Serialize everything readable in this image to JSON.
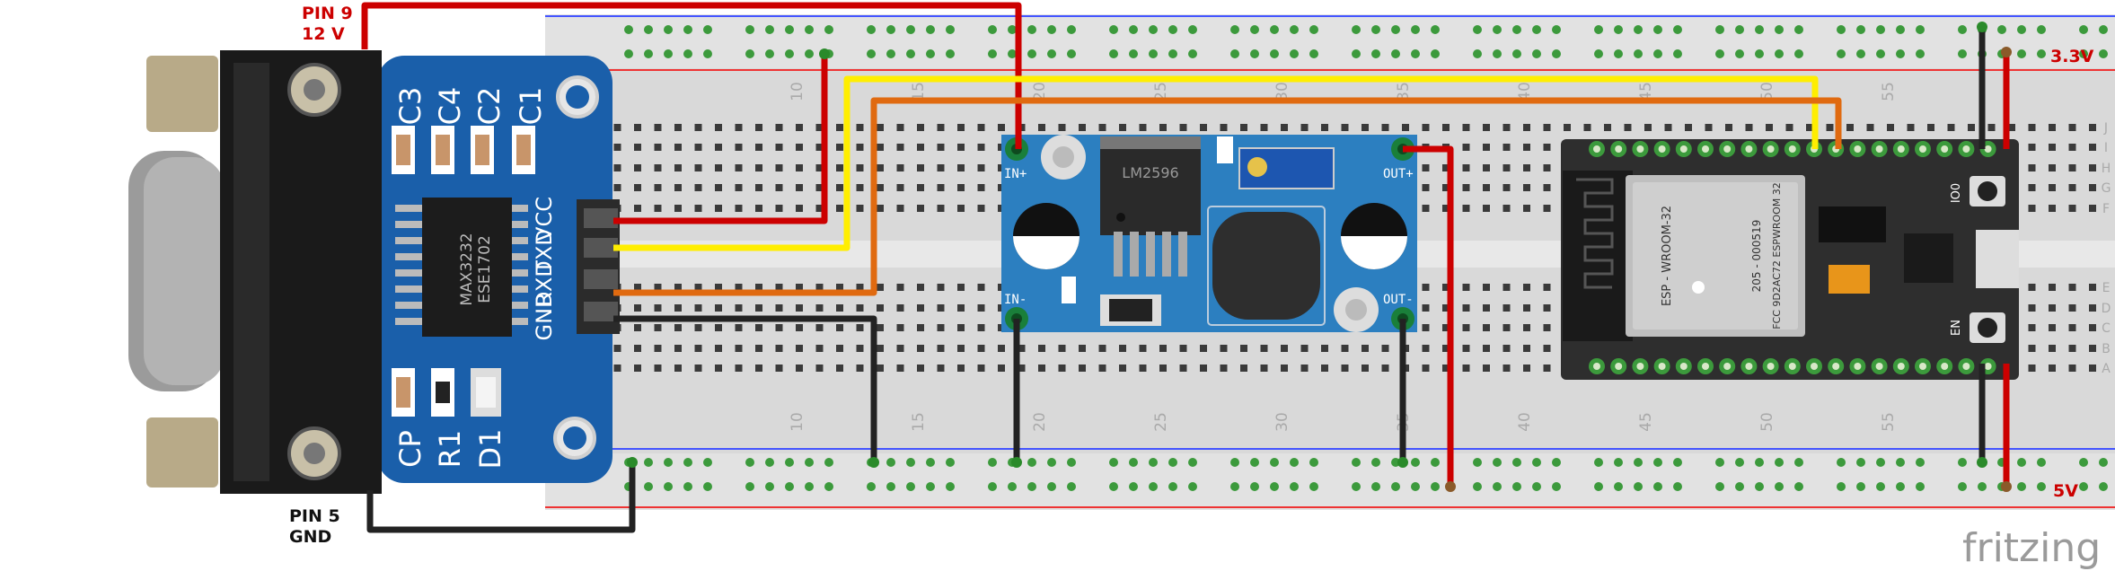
{
  "annotations": {
    "pin9_line1": "PIN 9",
    "pin9_line2": "12 V",
    "pin5_line1": "PIN 5",
    "pin5_line2": "GND",
    "rail_33v": "3.3V",
    "rail_5v": "5V"
  },
  "rs232_module": {
    "chip_line1": "MAX3232",
    "chip_line2": "ESE1702",
    "pins": [
      "VCC",
      "TXD",
      "RXD",
      "GND"
    ],
    "caps_top": [
      "C3",
      "C4",
      "C2",
      "C1"
    ],
    "parts_bottom": [
      "CP",
      "R1",
      "D1"
    ]
  },
  "buck_converter": {
    "chip": "LM2596",
    "in_plus": "IN+",
    "in_minus": "IN-",
    "out_plus": "OUT+",
    "out_minus": "OUT-"
  },
  "esp32": {
    "module_line1": "ESP - WROOM-32",
    "module_line2": "205 - 000519",
    "module_line3": "FCC 9D2AC72 ESPWROOM 32",
    "btn_io": "IO0",
    "btn_en": "EN"
  },
  "breadboard": {
    "column_labels": [
      "10",
      "15",
      "20",
      "25",
      "30",
      "35",
      "40",
      "45",
      "50",
      "55"
    ],
    "row_labels_top": [
      "J",
      "I",
      "H",
      "G",
      "F"
    ],
    "row_labels_bottom": [
      "E",
      "D",
      "C",
      "B",
      "A"
    ]
  },
  "watermark": "fritzing",
  "colors": {
    "wire_red": "#cc0000",
    "wire_yellow": "#ffee00",
    "wire_orange": "#e06a10",
    "wire_black": "#222222",
    "module_blue": "#1a5faa",
    "buck_blue": "#2c7fc0",
    "esp_board": "#2e2e2e"
  }
}
